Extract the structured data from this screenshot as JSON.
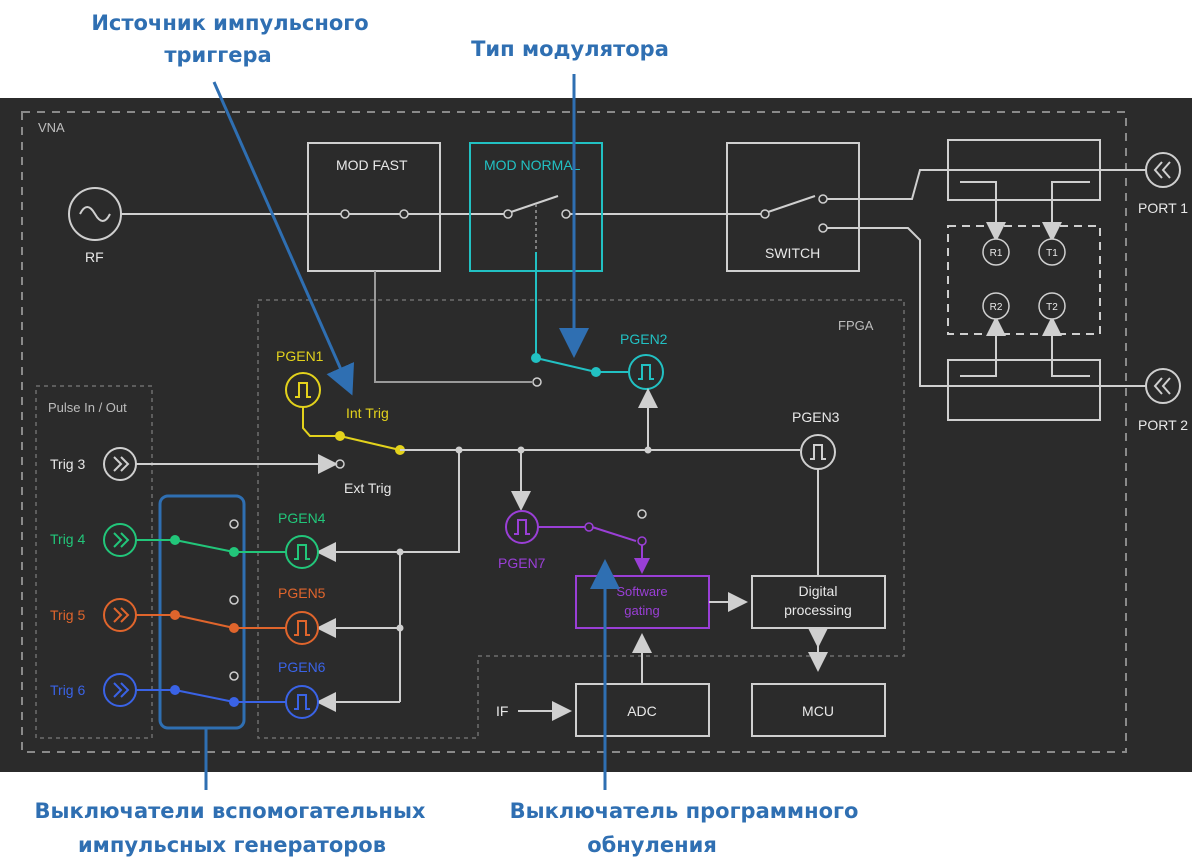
{
  "annotations": {
    "trigger_source": [
      "Источник импульсного",
      "триггера"
    ],
    "modulator_type": "Тип модулятора",
    "aux_generators": [
      "Выключатели вспомогательных",
      "импульсных генераторов"
    ],
    "software_gating": [
      "Выключатель программного",
      "обнуления"
    ]
  },
  "blocks": {
    "vna": "VNA",
    "rf": "RF",
    "mod_fast": "MOD FAST",
    "mod_normal": "MOD NORMAL",
    "switch": "SWITCH",
    "fpga": "FPGA",
    "pulse_io": "Pulse In / Out",
    "port1": "PORT 1",
    "port2": "PORT 2",
    "r1": "R1",
    "t1": "T1",
    "r2": "R2",
    "t2": "T2",
    "software_gating": [
      "Software",
      "gating"
    ],
    "digital_processing": [
      "Digital",
      "processing"
    ],
    "adc": "ADC",
    "mcu": "MCU",
    "if": "IF"
  },
  "generators": {
    "pgen1": "PGEN1",
    "pgen2": "PGEN2",
    "pgen3": "PGEN3",
    "pgen4": "PGEN4",
    "pgen5": "PGEN5",
    "pgen6": "PGEN6",
    "pgen7": "PGEN7"
  },
  "triggers": {
    "int_trig": "Int Trig",
    "ext_trig": "Ext Trig",
    "trig3": "Trig 3",
    "trig4": "Trig 4",
    "trig5": "Trig 5",
    "trig6": "Trig 6"
  },
  "colors": {
    "background": "#2b2b2b",
    "annotation": "#2f6fb2",
    "yellow": "#e3d21c",
    "teal": "#22c1c3",
    "green": "#22c67a",
    "orange": "#e0652c",
    "blue": "#3a63e6",
    "purple": "#9a3fd6",
    "white_line": "#cfcfcf"
  }
}
